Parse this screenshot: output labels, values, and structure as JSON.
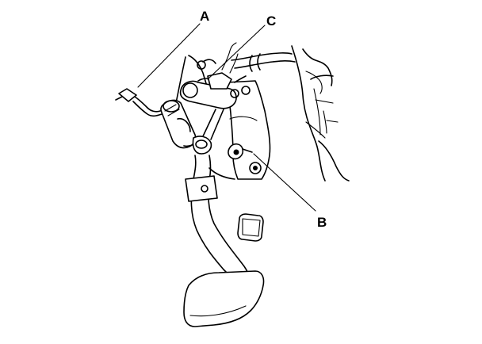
{
  "figure": {
    "callouts": [
      {
        "id": "A",
        "text": "A"
      },
      {
        "id": "B",
        "text": "B"
      },
      {
        "id": "C",
        "text": "C"
      }
    ]
  }
}
